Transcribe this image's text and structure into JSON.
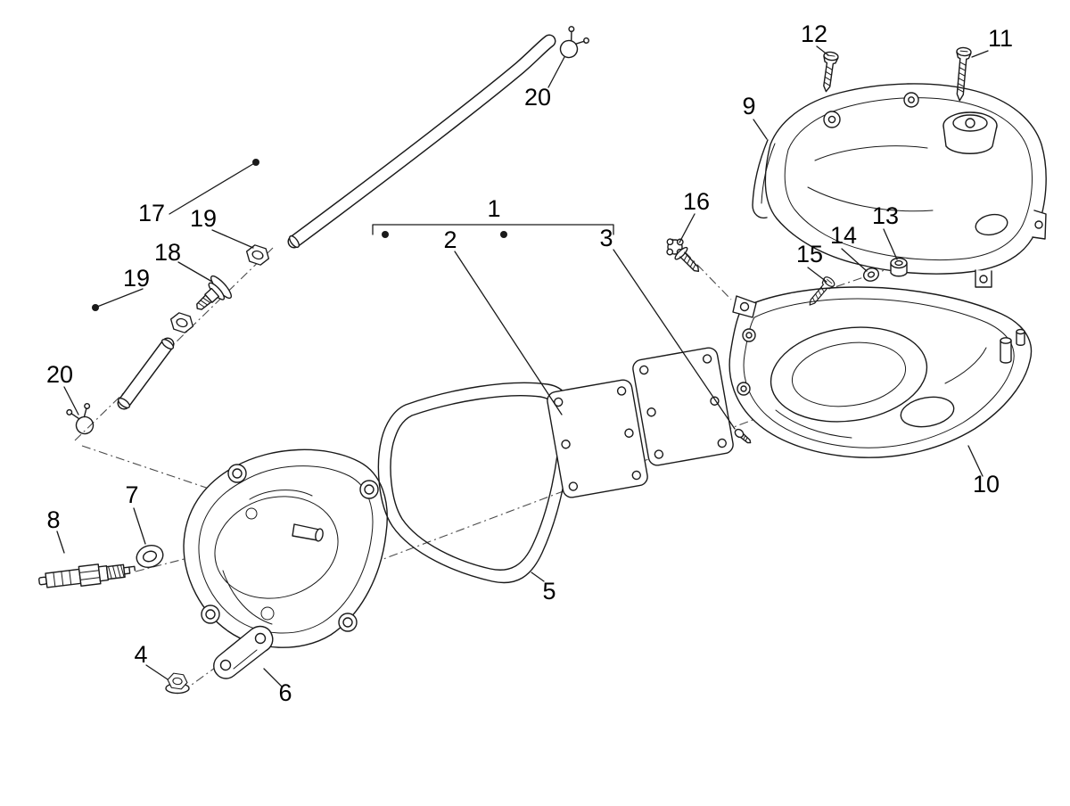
{
  "page": {
    "background_color": "#ffffff",
    "line_color": "#1a1a1a"
  },
  "diagram": {
    "type": "exploded-parts-diagram",
    "labels": [
      {
        "text": "20"
      },
      {
        "text": "12"
      },
      {
        "text": "11"
      },
      {
        "text": "9"
      },
      {
        "text": "17"
      },
      {
        "text": "19"
      },
      {
        "text": "18"
      },
      {
        "text": "19"
      },
      {
        "text": "16"
      },
      {
        "text": "13"
      },
      {
        "text": "14"
      },
      {
        "text": "15"
      },
      {
        "text": "1"
      },
      {
        "text": "2"
      },
      {
        "text": "3"
      },
      {
        "text": "20"
      },
      {
        "text": "10"
      },
      {
        "text": "5"
      },
      {
        "text": "7"
      },
      {
        "text": "8"
      },
      {
        "text": "4"
      },
      {
        "text": "6"
      }
    ]
  }
}
